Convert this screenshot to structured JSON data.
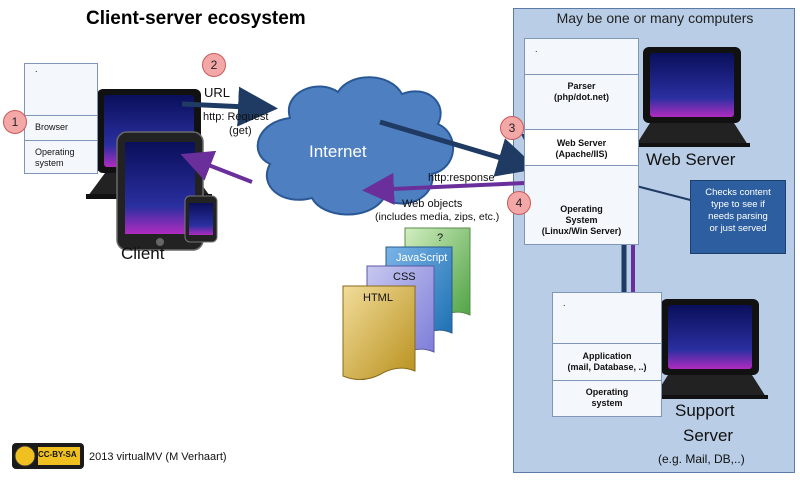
{
  "title": "Client-server ecosystem",
  "server_region": {
    "title": "May be one or many computers"
  },
  "client_stack": {
    "top": ".",
    "browser": "Browser",
    "os_line1": "Operating",
    "os_line2": "system"
  },
  "labels": {
    "client": "Client",
    "url": "URL",
    "request_line1": "http: Request",
    "request_line2": "(get)",
    "internet": "Internet",
    "response": "http:response",
    "web_objects_line1": "Web objects",
    "web_objects_line2": "(includes media, zips, etc.)",
    "web_server": "Web Server",
    "support_line1": "Support",
    "support_line2": "Server",
    "support_line3": "(e.g. Mail, DB,..)"
  },
  "steps": [
    "1",
    "2",
    "3",
    "4"
  ],
  "documents": [
    "?",
    "JavaScript",
    "CSS",
    "HTML"
  ],
  "server_stack": {
    "top": ".",
    "parser_line1": "Parser",
    "parser_line2": "(php/dot.net)",
    "webserver_line1": "Web Server",
    "webserver_line2": "(Apache/IIS)",
    "os_line1": "Operating",
    "os_line2": "System",
    "os_line3": "(Linux/Win Server)"
  },
  "support_stack": {
    "top": ".",
    "app_line1": "Application",
    "app_line2": "(mail,  Database,  ..)",
    "os_line1": "Operating",
    "os_line2": "system"
  },
  "callout": {
    "line1": "Checks content",
    "line2": "type to see if",
    "line3": "needs parsing",
    "line4": "or just served"
  },
  "footer": {
    "badge": "CC-BY-SA",
    "credit": "2013 virtualMV (M Verhaart)"
  },
  "colors": {
    "request_arrow": "#1f3b63",
    "response_arrow": "#6a2f9a",
    "cloud": "#4e7fc0",
    "screen": "#1a1f7a"
  }
}
